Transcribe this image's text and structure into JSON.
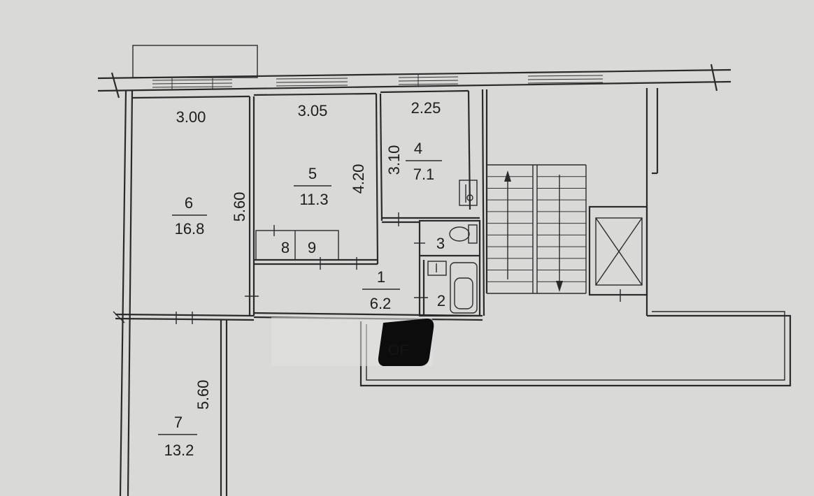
{
  "rooms": [
    {
      "number": "6",
      "area": "16.8"
    },
    {
      "number": "5",
      "area": "11.3"
    },
    {
      "number": "4",
      "area": "7.1"
    },
    {
      "number": "3"
    },
    {
      "number": "2"
    },
    {
      "number": "1",
      "area": "6.2"
    },
    {
      "number": "7",
      "area": "13.2"
    },
    {
      "number": "8"
    },
    {
      "number": "9"
    }
  ],
  "dimensions": {
    "room6_width": "3.00",
    "room6_depth": "5.60",
    "room5_width": "3.05",
    "room5_depth": "4.20",
    "room4_width": "2.25",
    "room4_depth": "3.10",
    "room7_depth": "5.60"
  },
  "watermark": "OF",
  "colors": {
    "paper": "#d6d6d4",
    "ink": "#2a2a2a",
    "wall_fill": "#d0d0ce"
  }
}
